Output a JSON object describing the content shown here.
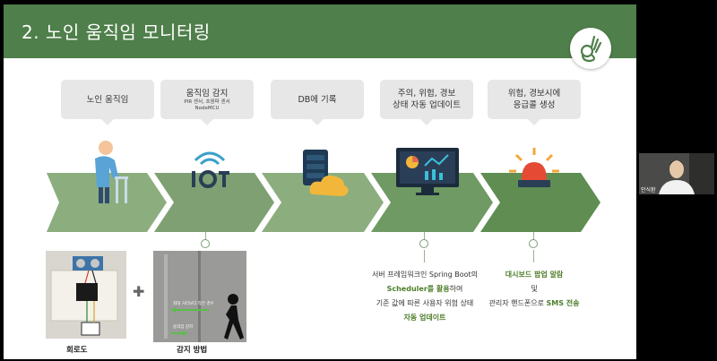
{
  "slide": {
    "title": "2. 노인 움직임 모니터링",
    "steps": [
      {
        "label": "노인 움직임",
        "sub1": "",
        "sub2": "",
        "icon": "elderly-person-icon"
      },
      {
        "label": "움직임 감지",
        "sub1": "PIR 센서, 초음파 센서",
        "sub2": "NodeMCU",
        "icon": "iot-icon"
      },
      {
        "label": "DB에 기록",
        "sub1": "",
        "sub2": "",
        "icon": "database-cloud-icon"
      },
      {
        "label": "주의, 위험, 경보",
        "label2": "상태 자동 업데이트",
        "icon": "dashboard-monitor-icon"
      },
      {
        "label": "위험, 경보시에",
        "label2": "응급콜 생성",
        "icon": "alarm-siren-icon"
      }
    ],
    "desc_update": {
      "line1": "서버 프레임워크인 Spring Boot의",
      "line2a": "Scheduler를 활용",
      "line2b": "하여",
      "line3": "기준 값에 따른 사용자 위험 상태",
      "line4": "자동 업데이트"
    },
    "desc_alarm": {
      "line1": "대시보드 팝업 알람",
      "line2": "및",
      "line3a": "관리자 핸드폰으로 ",
      "line3b": "SMS 전송"
    },
    "photo_labels": {
      "top": "최대 거리보다 작은 경우",
      "bottom": "움직임 감지"
    },
    "captions": {
      "circuit": "회로도",
      "method": "감지 방법"
    },
    "colors": {
      "header": "#4f7f4a",
      "arrow_light": "#8cae7f",
      "arrow_dark": "#5f8d52",
      "highlight": "#4e7e2a"
    }
  },
  "video": {
    "participant_name": "안식환"
  }
}
